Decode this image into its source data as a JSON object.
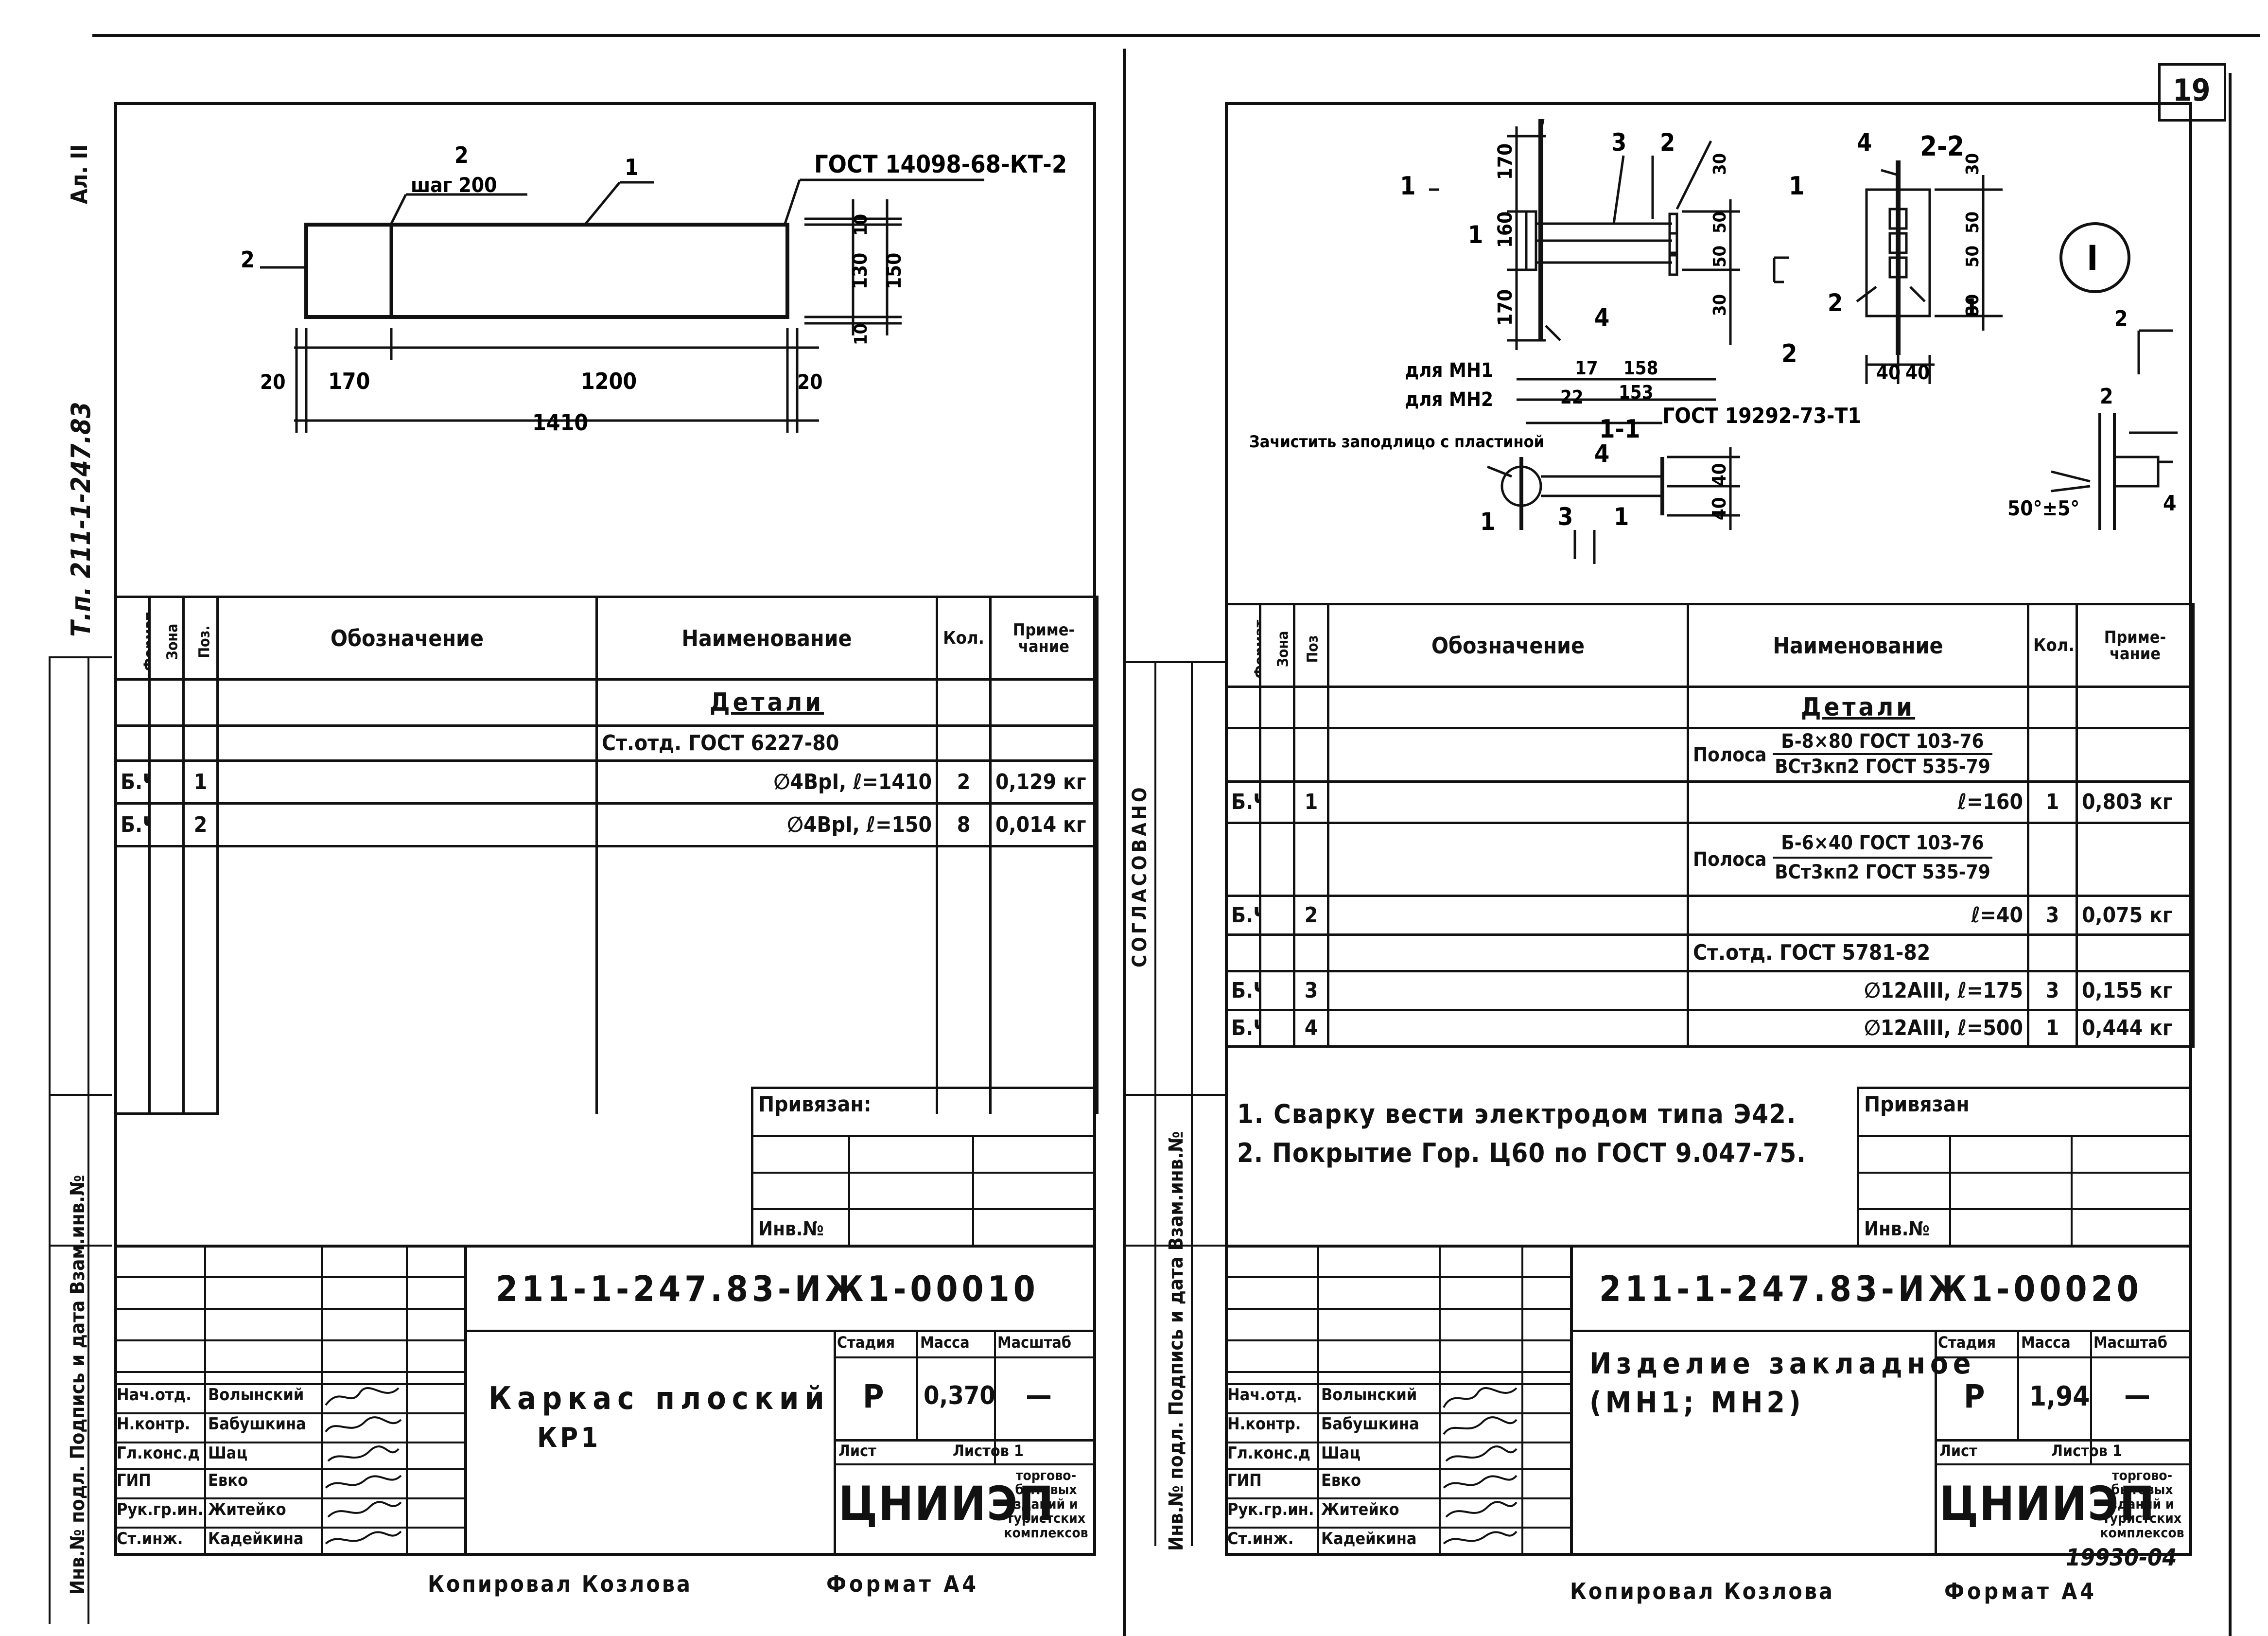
{
  "page_number": "19",
  "left_margin": {
    "album": "Ал. II",
    "project": "Т.п. 211-1-247.83",
    "inv_label": "Инв.№ подл. Подпись и дата Взам.инв.№"
  },
  "middle_margin": {
    "agreed": "СОГЛАСОВАНО",
    "inv_label": "Инв.№ подл. Подпись и дата Взам.инв.№"
  },
  "sheet1": {
    "drawing": {
      "gost_ref": "ГОСТ 14098-68-КТ-2",
      "pos_2": "2",
      "pos_1": "1",
      "pos_2_left": "2",
      "step": "шаг 200",
      "dims": {
        "d20a": "20",
        "d170": "170",
        "d1200": "1200",
        "d20b": "20",
        "d1410": "1410",
        "d10a": "10",
        "d130": "130",
        "d150": "150",
        "d10b": "10"
      }
    },
    "table": {
      "headers": {
        "format": "Формат",
        "zone": "Зона",
        "pos": "Поз.",
        "designation": "Обозначение",
        "name": "Наименование",
        "qty": "Кол.",
        "note": "Приме- чание"
      },
      "section": "Детали",
      "material": "Ст.отд. ГОСТ 6227-80",
      "rows": [
        {
          "format": "Б.Ч",
          "pos": "1",
          "name": "∅4ВрI, ℓ=1410",
          "qty": "2",
          "note": "0,129 кг"
        },
        {
          "format": "Б.Ч",
          "pos": "2",
          "name": "∅4ВрI, ℓ=150",
          "qty": "8",
          "note": "0,014 кг"
        }
      ]
    },
    "stamp": {
      "linked": "Привязан:",
      "inv": "Инв.№",
      "code": "211-1-247.83-ИЖ1-00010",
      "title": "Каркас плоский",
      "subtitle": "КР1",
      "stage_label": "Стадия",
      "mass_label": "Масса",
      "scale_label": "Масштаб",
      "stage": "Р",
      "mass": "0,370",
      "scale": "—",
      "sheet_label": "Лист",
      "sheets_label": "Листов 1",
      "org": "ЦНИИЭП",
      "org_desc": "торгово-бытовых зданий и туристских комплексов",
      "people": [
        {
          "role": "Нач.отд.",
          "name": "Волынский"
        },
        {
          "role": "Н.контр.",
          "name": "Бабушкина"
        },
        {
          "role": "Гл.конс.д",
          "name": "Шац"
        },
        {
          "role": "ГИП",
          "name": "Евко"
        },
        {
          "role": "Рук.гр.ин.",
          "name": "Житейко"
        },
        {
          "role": "Ст.инж.",
          "name": "Кадейкина"
        }
      ]
    },
    "footer": {
      "copied": "Копировал Козлова",
      "format": "Формат А4"
    }
  },
  "sheet2": {
    "drawing": {
      "section_1": "1",
      "section_2_2": "2-2",
      "section_1_1": "1-1",
      "section_2_bottom": "2",
      "labels": {
        "l4": "4",
        "l3": "3",
        "l2": "2",
        "l1": "1",
        "l4b": "4",
        "l2b": "2",
        "l1b": "1",
        "l2c": "2",
        "l4c": "4",
        "l2d": "2",
        "l3b": "3",
        "l1c": "1",
        "l4d": "4",
        "l1d": "1"
      },
      "for_mn1": "для МН1",
      "for_mn2": "для МН2",
      "gost_weld": "ГОСТ 19292-73-Т1",
      "note_clean": "Зачистить заподлицо с пластиной",
      "angle": "50°±5°",
      "roman": "I",
      "dims": {
        "d170a": "170",
        "d160": "160",
        "d170b": "170",
        "d30a": "30",
        "d50a": "50",
        "d50b": "50",
        "d30b": "30",
        "d17": "17",
        "d158": "158",
        "d22": "22",
        "d153": "153",
        "d40a": "40",
        "d40b": "40",
        "d40c": "40",
        "d40d": "40",
        "d30c": "30",
        "d50c": "50",
        "d50d": "50",
        "d30d": "30"
      }
    },
    "table": {
      "headers": {
        "format": "Формат",
        "zone": "Зона",
        "pos": "Поз",
        "designation": "Обозначение",
        "name": "Наименование",
        "qty": "Кол.",
        "note": "Приме- чание"
      },
      "section": "Детали",
      "strip1_prefix": "Полоса",
      "strip1_top": "Б-8×80 ГОСТ 103-76",
      "strip1_bottom": "ВСт3кп2 ГОСТ 535-79",
      "strip2_prefix": "Полоса",
      "strip2_top": "Б-6×40 ГОСТ 103-76",
      "strip2_bottom": "ВСт3кп2 ГОСТ 535-79",
      "material2": "Ст.отд. ГОСТ 5781-82",
      "rows": [
        {
          "format": "Б.Ч",
          "pos": "1",
          "name": "ℓ=160",
          "qty": "1",
          "note": "0,803 кг"
        },
        {
          "format": "Б.Ч",
          "pos": "2",
          "name": "ℓ=40",
          "qty": "3",
          "note": "0,075 кг"
        },
        {
          "format": "Б.Ч",
          "pos": "3",
          "name": "∅12АIII, ℓ=175",
          "qty": "3",
          "note": "0,155 кг"
        },
        {
          "format": "Б.Ч",
          "pos": "4",
          "name": "∅12АIII, ℓ=500",
          "qty": "1",
          "note": "0,444 кг"
        }
      ]
    },
    "notes": [
      "1. Сварку вести электродом типа Э42.",
      "2. Покрытие Гор. Ц60 по ГОСТ 9.047-75."
    ],
    "stamp": {
      "linked": "Привязан",
      "inv": "Инв.№",
      "code": "211-1-247.83-ИЖ1-00020",
      "title": "Изделие закладное",
      "subtitle": "(МН1; МН2)",
      "stage_label": "Стадия",
      "mass_label": "Масса",
      "scale_label": "Масштаб",
      "stage": "Р",
      "mass": "1,94",
      "scale": "—",
      "sheet_label": "Лист",
      "sheets_label": "Листов 1",
      "org": "ЦНИИЭП",
      "org_desc": "торгово-бытовых зданий и туристских комплексов",
      "people": [
        {
          "role": "Нач.отд.",
          "name": "Волынский"
        },
        {
          "role": "Н.контр.",
          "name": "Бабушкина"
        },
        {
          "role": "Гл.конс.д",
          "name": "Шац"
        },
        {
          "role": "ГИП",
          "name": "Евко"
        },
        {
          "role": "Рук.гр.ин.",
          "name": "Житейко"
        },
        {
          "role": "Ст.инж.",
          "name": "Кадейкина"
        }
      ]
    },
    "sheet_code": "19930-04",
    "footer": {
      "copied": "Копировал Козлова",
      "format": "Формат А4"
    }
  }
}
